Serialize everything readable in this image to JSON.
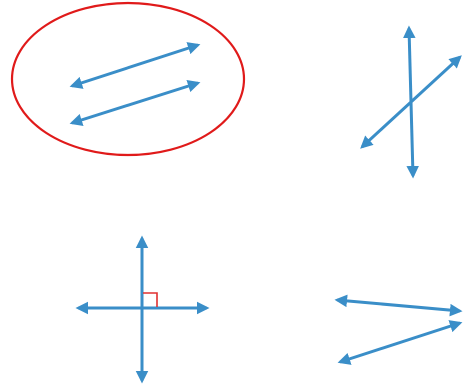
{
  "colors": {
    "line": "#3a8ec8",
    "selection": "#e01a1a",
    "right_angle": "#e03030",
    "background": "#ffffff"
  },
  "figures": [
    {
      "id": "parallel-lines",
      "relation": "parallel",
      "selected": true
    },
    {
      "id": "intersecting-lines",
      "relation": "intersecting",
      "selected": false
    },
    {
      "id": "perpendicular-lines",
      "relation": "perpendicular",
      "selected": false,
      "right_angle_mark": true
    },
    {
      "id": "converging-lines",
      "relation": "intersecting",
      "selected": false
    }
  ]
}
